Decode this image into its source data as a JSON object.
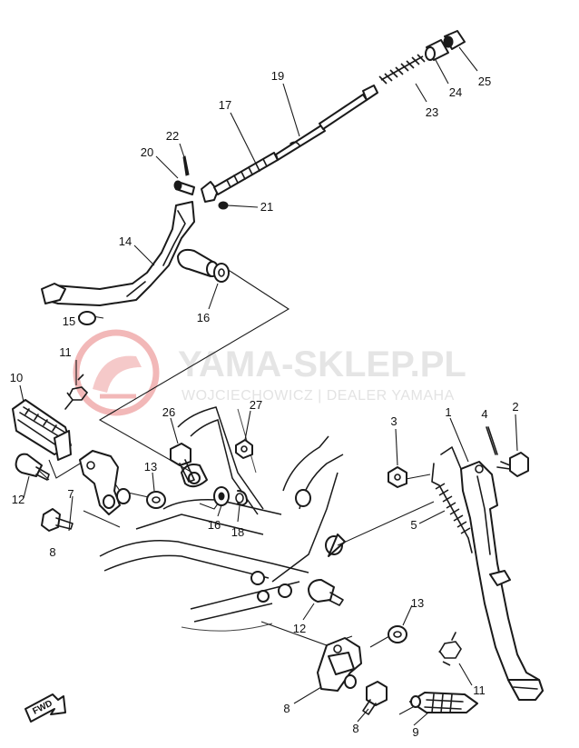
{
  "watermark": {
    "title": "YAMA-SKLEP.PL",
    "subtitle": "WOJCIECHOWICZ | DEALER YAMAHA"
  },
  "direction_label": "FWD",
  "callouts": {
    "n1": "1",
    "n2": "2",
    "n3": "3",
    "n4": "4",
    "n5": "5",
    "n7": "7",
    "n8a": "8",
    "n8b": "8",
    "n8c": "8",
    "n9": "9",
    "n10": "10",
    "n11a": "11",
    "n11b": "11",
    "n12a": "12",
    "n12b": "12",
    "n13a": "13",
    "n13b": "13",
    "n14": "14",
    "n15": "15",
    "n16a": "16",
    "n16b": "16",
    "n17": "17",
    "n18": "18",
    "n19": "19",
    "n20": "20",
    "n21": "21",
    "n22": "22",
    "n23": "23",
    "n24": "24",
    "n25": "25",
    "n26": "26",
    "n27": "27"
  },
  "colors": {
    "ink": "#1a1a1a",
    "watermark_logo": "#f2b8b8",
    "watermark_text": "#e5e5e5"
  }
}
